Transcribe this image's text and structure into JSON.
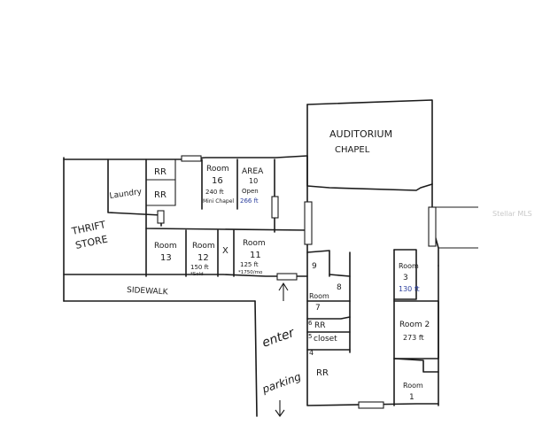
{
  "labels": {
    "auditorium": "AUDITORIUM",
    "chapel": "CHAPEL",
    "rr_top": "RR",
    "rr_top2": "RR",
    "laundry": "Laundry",
    "room16_title": "Room",
    "room16_num": "16",
    "room16_area": "240 ft",
    "room16_note": "Mini Chapel",
    "area10_title": "AREA",
    "area10_num": "10",
    "area10_note": "Open",
    "area10_area": "266 ft",
    "thrift_line1": "THRIFT",
    "thrift_line2": "STORE",
    "room13_title": "Room",
    "room13_num": "13",
    "room12_title": "Room",
    "room12_num": "12",
    "room12_area": "150 ft",
    "room12_note": "*Sold",
    "x_mark": "X",
    "room11_title": "Room",
    "room11_num": "11",
    "room11_area": "125 ft",
    "room11_note": "*1750/mo",
    "sidewalk": "SIDEWALK",
    "n9": "9",
    "room7_title": "Room",
    "room7_num": "7",
    "n8": "8",
    "n6": "6",
    "rr6": "RR",
    "n5": "5",
    "closet": "closet",
    "n4": "4",
    "rr4": "RR",
    "room3_title": "Room",
    "room3_num": "3",
    "room3_area": "130 ft",
    "room2_title": "Room 2",
    "room2_area": "273 ft",
    "room1_title": "Room",
    "room1_num": "1",
    "enter": "enter",
    "parking": "parking",
    "watermark": "Stellar MLS"
  },
  "colors": {
    "ink": "#1b1b1b",
    "blue_ink": "#2b3f9e",
    "background": "#ffffff"
  }
}
